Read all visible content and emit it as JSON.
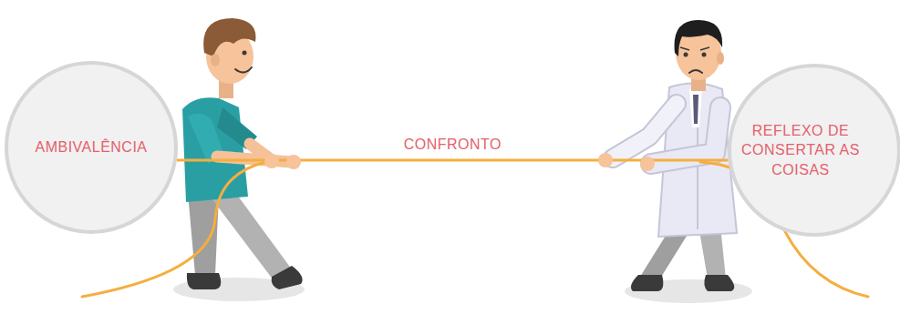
{
  "diagram": {
    "nodes": [
      {
        "text": [
          "AMBIVALÊNCIA"
        ]
      },
      {
        "text": [
          "REFLEXO DE CONSERTAR AS COISAS"
        ]
      }
    ],
    "edges": [
      {
        "from": 0,
        "to": 1,
        "arrow": "none",
        "label": "CONFRONTO"
      }
    ]
  }
}
